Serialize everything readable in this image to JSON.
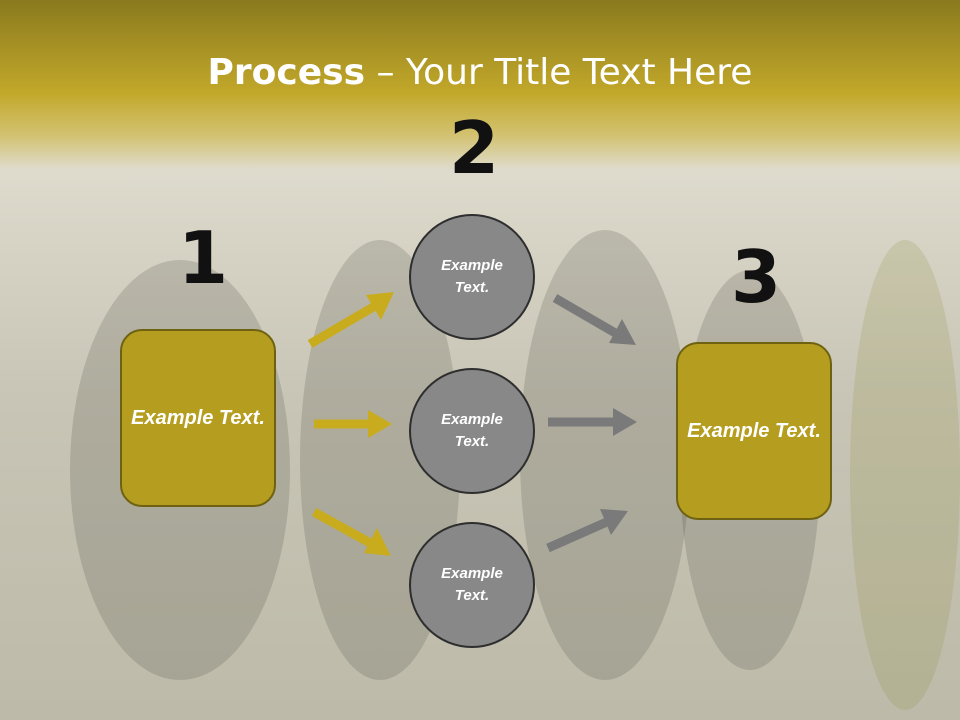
{
  "title": {
    "bold": "Process",
    "rest": " – Your Title Text Here"
  },
  "steps": [
    {
      "number": "1"
    },
    {
      "number": "2"
    },
    {
      "number": "3"
    }
  ],
  "left_box": {
    "text": "Example Text."
  },
  "right_box": {
    "text": "Example Text."
  },
  "circles": [
    {
      "text": "Example Text."
    },
    {
      "text": "Example Text."
    },
    {
      "text": "Example Text."
    }
  ],
  "colors": {
    "header": "#c2a82a",
    "box_fill": "#b59e1f",
    "circle_fill": "#888888",
    "arrow_gold": "#c8ac1e",
    "arrow_gray": "#7a7a7a"
  }
}
